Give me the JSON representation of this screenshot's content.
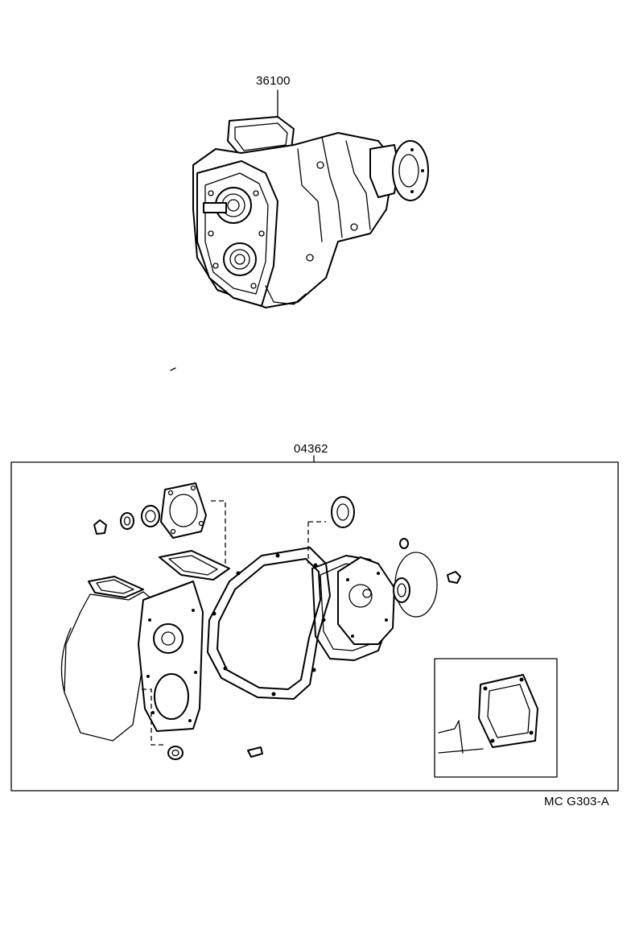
{
  "diagram": {
    "parts": [
      {
        "number": "36100"
      },
      {
        "number": "04362"
      }
    ],
    "drawing_code": "MC G303-A"
  }
}
